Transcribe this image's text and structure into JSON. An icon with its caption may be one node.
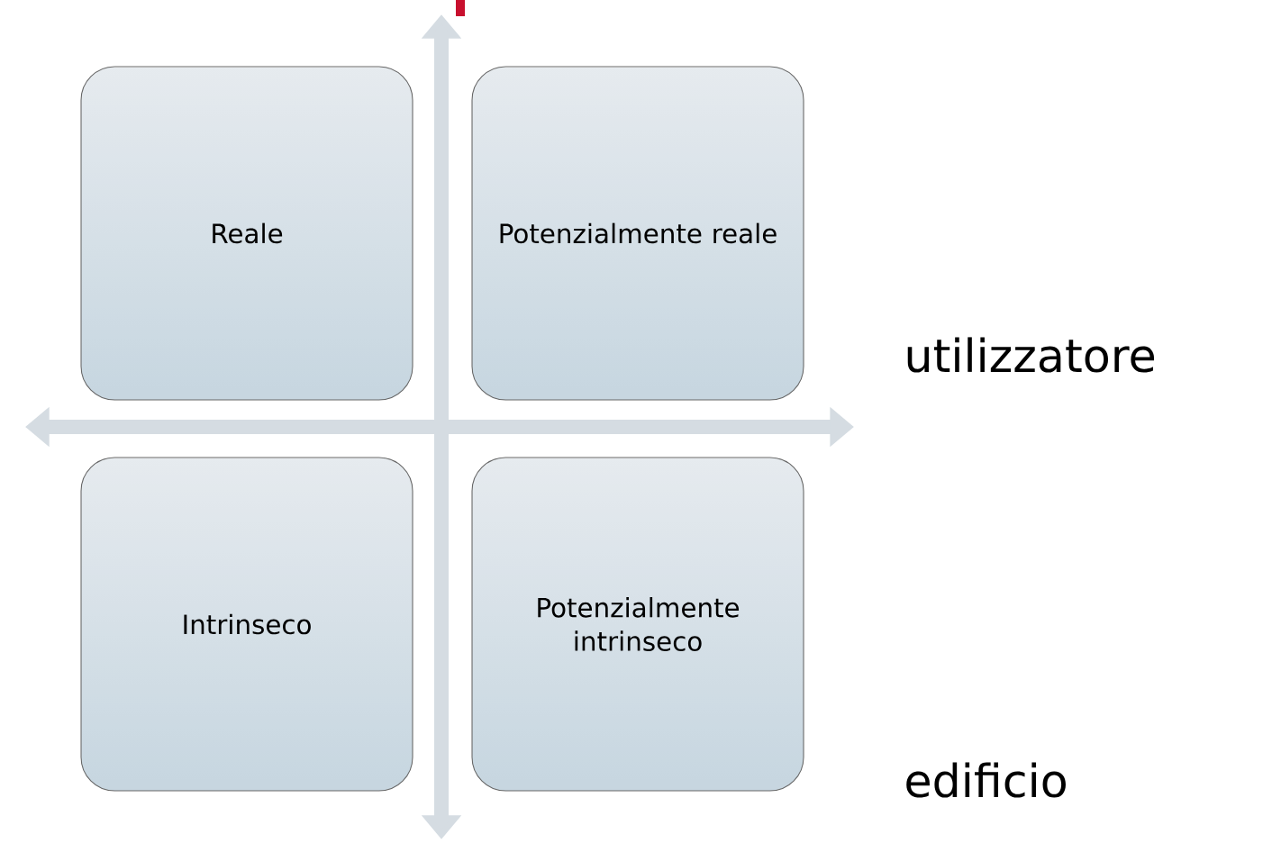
{
  "diagram": {
    "nodes": [
      {
        "text": [
          "Reale"
        ]
      },
      {
        "text": [
          "Potenzialmente reale"
        ]
      },
      {
        "text": [
          "Intrinseco"
        ]
      },
      {
        "text": [
          "Potenzialmente intrinseco"
        ]
      }
    ],
    "labels": [
      "utilizzatore",
      "edificio"
    ]
  }
}
